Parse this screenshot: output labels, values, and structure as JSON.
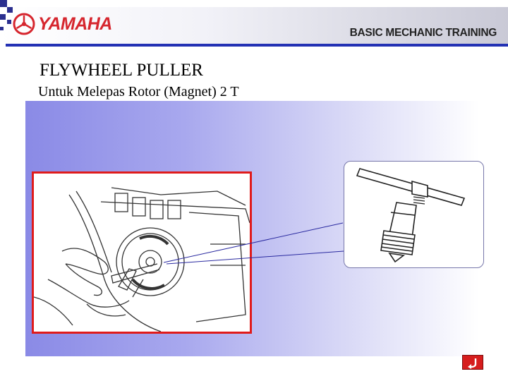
{
  "header": {
    "brand": "YAMAHA",
    "training_title": "BASIC MECHANIC TRAINING"
  },
  "slide": {
    "title": "FLYWHEEL PULLER",
    "subtitle": "Untuk Melepas Rotor  (Magnet) 2 T"
  },
  "images": {
    "main": "engine-flywheel-puller-drawing",
    "detail": "flywheel-puller-tool-closeup"
  },
  "colors": {
    "accent_blue": "#2331b4",
    "brand_red": "#d6262e",
    "frame_red": "#e01b1b"
  },
  "nav": {
    "return_icon": "return-arrow-icon"
  }
}
